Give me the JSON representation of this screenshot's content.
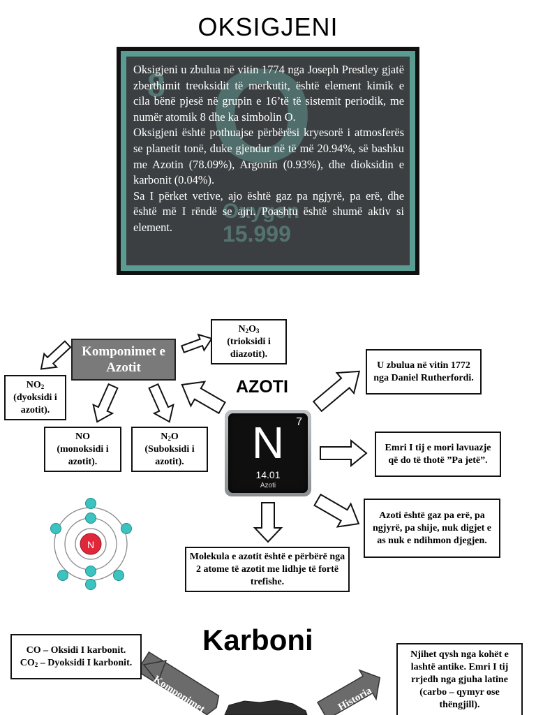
{
  "oxygen": {
    "title": "OKSIGJENI",
    "card_watermark": {
      "number": "8",
      "symbol": "O",
      "name": "Oxygen",
      "mass": "15.999"
    },
    "paragraphs": [
      "Oksigjeni u zbulua në vitin 1774 nga Joseph Prestley gjatë zberthimit treoksidit të merkutit, është element kimik e cila bënë pjesë në grupin e 16’të të sistemit periodik, me numër atomik 8 dhe ka simbolin O.",
      "Oksigjeni është pothuajse përbërësi kryesorë i atmosferës se planetit tonë, duke gjendur në të më 20.94%, së bashku me Azotin (78.09%), Argonin (0.93%), dhe dioksidin e karbonit (0.04%).",
      "Sa I përket vetive, ajo është gaz pa ngjyrë, pa erë, dhe është më I rëndë se ajri. Poashtu është shumë aktiv si element."
    ]
  },
  "azoti": {
    "title": "AZOTI",
    "komponimet": "Komponimet e Azotit",
    "tile": {
      "number": "7",
      "symbol": "N",
      "mass": "14.01",
      "name": "Azoti"
    },
    "compounds": {
      "n2o3_formula": "N2O3",
      "n2o3_name": "(trioksidi i diazotit).",
      "no2_formula": "NO2",
      "no2_name": "(dyoksidi i azotit).",
      "no_formula": "NO",
      "no_name": "(monoksidi i azotit).",
      "n2o_formula": "N2O",
      "n2o_name": "(Suboksidi i azotit)."
    },
    "facts": {
      "discovery": "U zbulua në vitin 1772 nga Daniel Rutherfordi.",
      "name_origin": "Emri I tij e mori lavuazje që do të thotë ”Pa jetë”.",
      "properties": "Azoti është gaz pa erë, pa ngjyrë, pa shije, nuk digjet e as nuk e ndihmon djegjen.",
      "molecule": "Molekula e azotit është e përbërë nga 2 atome të azotit me lidhje të fortë trefishe."
    },
    "atom_label": "N"
  },
  "karboni": {
    "title": "Karboni",
    "komponimet_arrow": "Komponimet",
    "historia_arrow": "Historia",
    "compounds_line1": "CO – Oksidi I karbonit.",
    "compounds_line2_formula": "CO2",
    "compounds_line2_rest": " – Dyoksidi I karbonit.",
    "history": "Njihet qysh nga kohët e lashtë antike. Emri I tij rrjedh nga gjuha latine (carbo – qymyr ose thëngjill)."
  },
  "colors": {
    "card_border": "#5a9b92",
    "card_bg": "#3c3f41",
    "komponimet_bg": "#7a7a7a",
    "atom_electron": "#3cc3c0",
    "atom_nucleus": "#e0283a",
    "karboni_arrow": "#6b6b6b"
  }
}
